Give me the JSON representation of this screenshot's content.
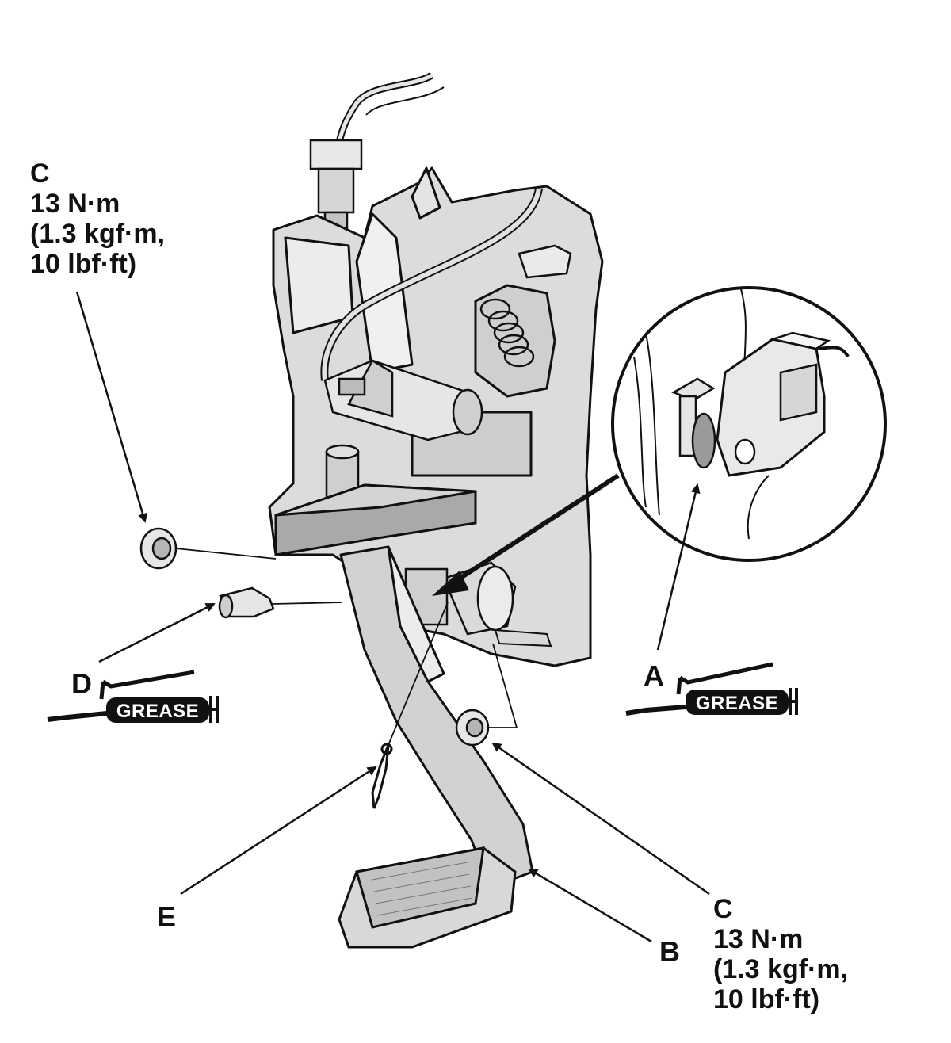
{
  "callouts": {
    "top_left": {
      "letter": "C",
      "torque": "13 N·m",
      "metric": "(1.3 kgf·m,",
      "imperial": "10 lbf·ft)"
    },
    "bottom_right": {
      "letter": "C",
      "torque": "13 N·m",
      "metric": "(1.3 kgf·m,",
      "imperial": "10 lbf·ft)"
    },
    "a": "A",
    "b": "B",
    "d": "D",
    "e": "E"
  },
  "grease_label": "GREASE",
  "colors": {
    "line": "#111111",
    "part_fill": "#dcdcdc",
    "part_dark": "#a9a9a9",
    "background": "#ffffff"
  }
}
